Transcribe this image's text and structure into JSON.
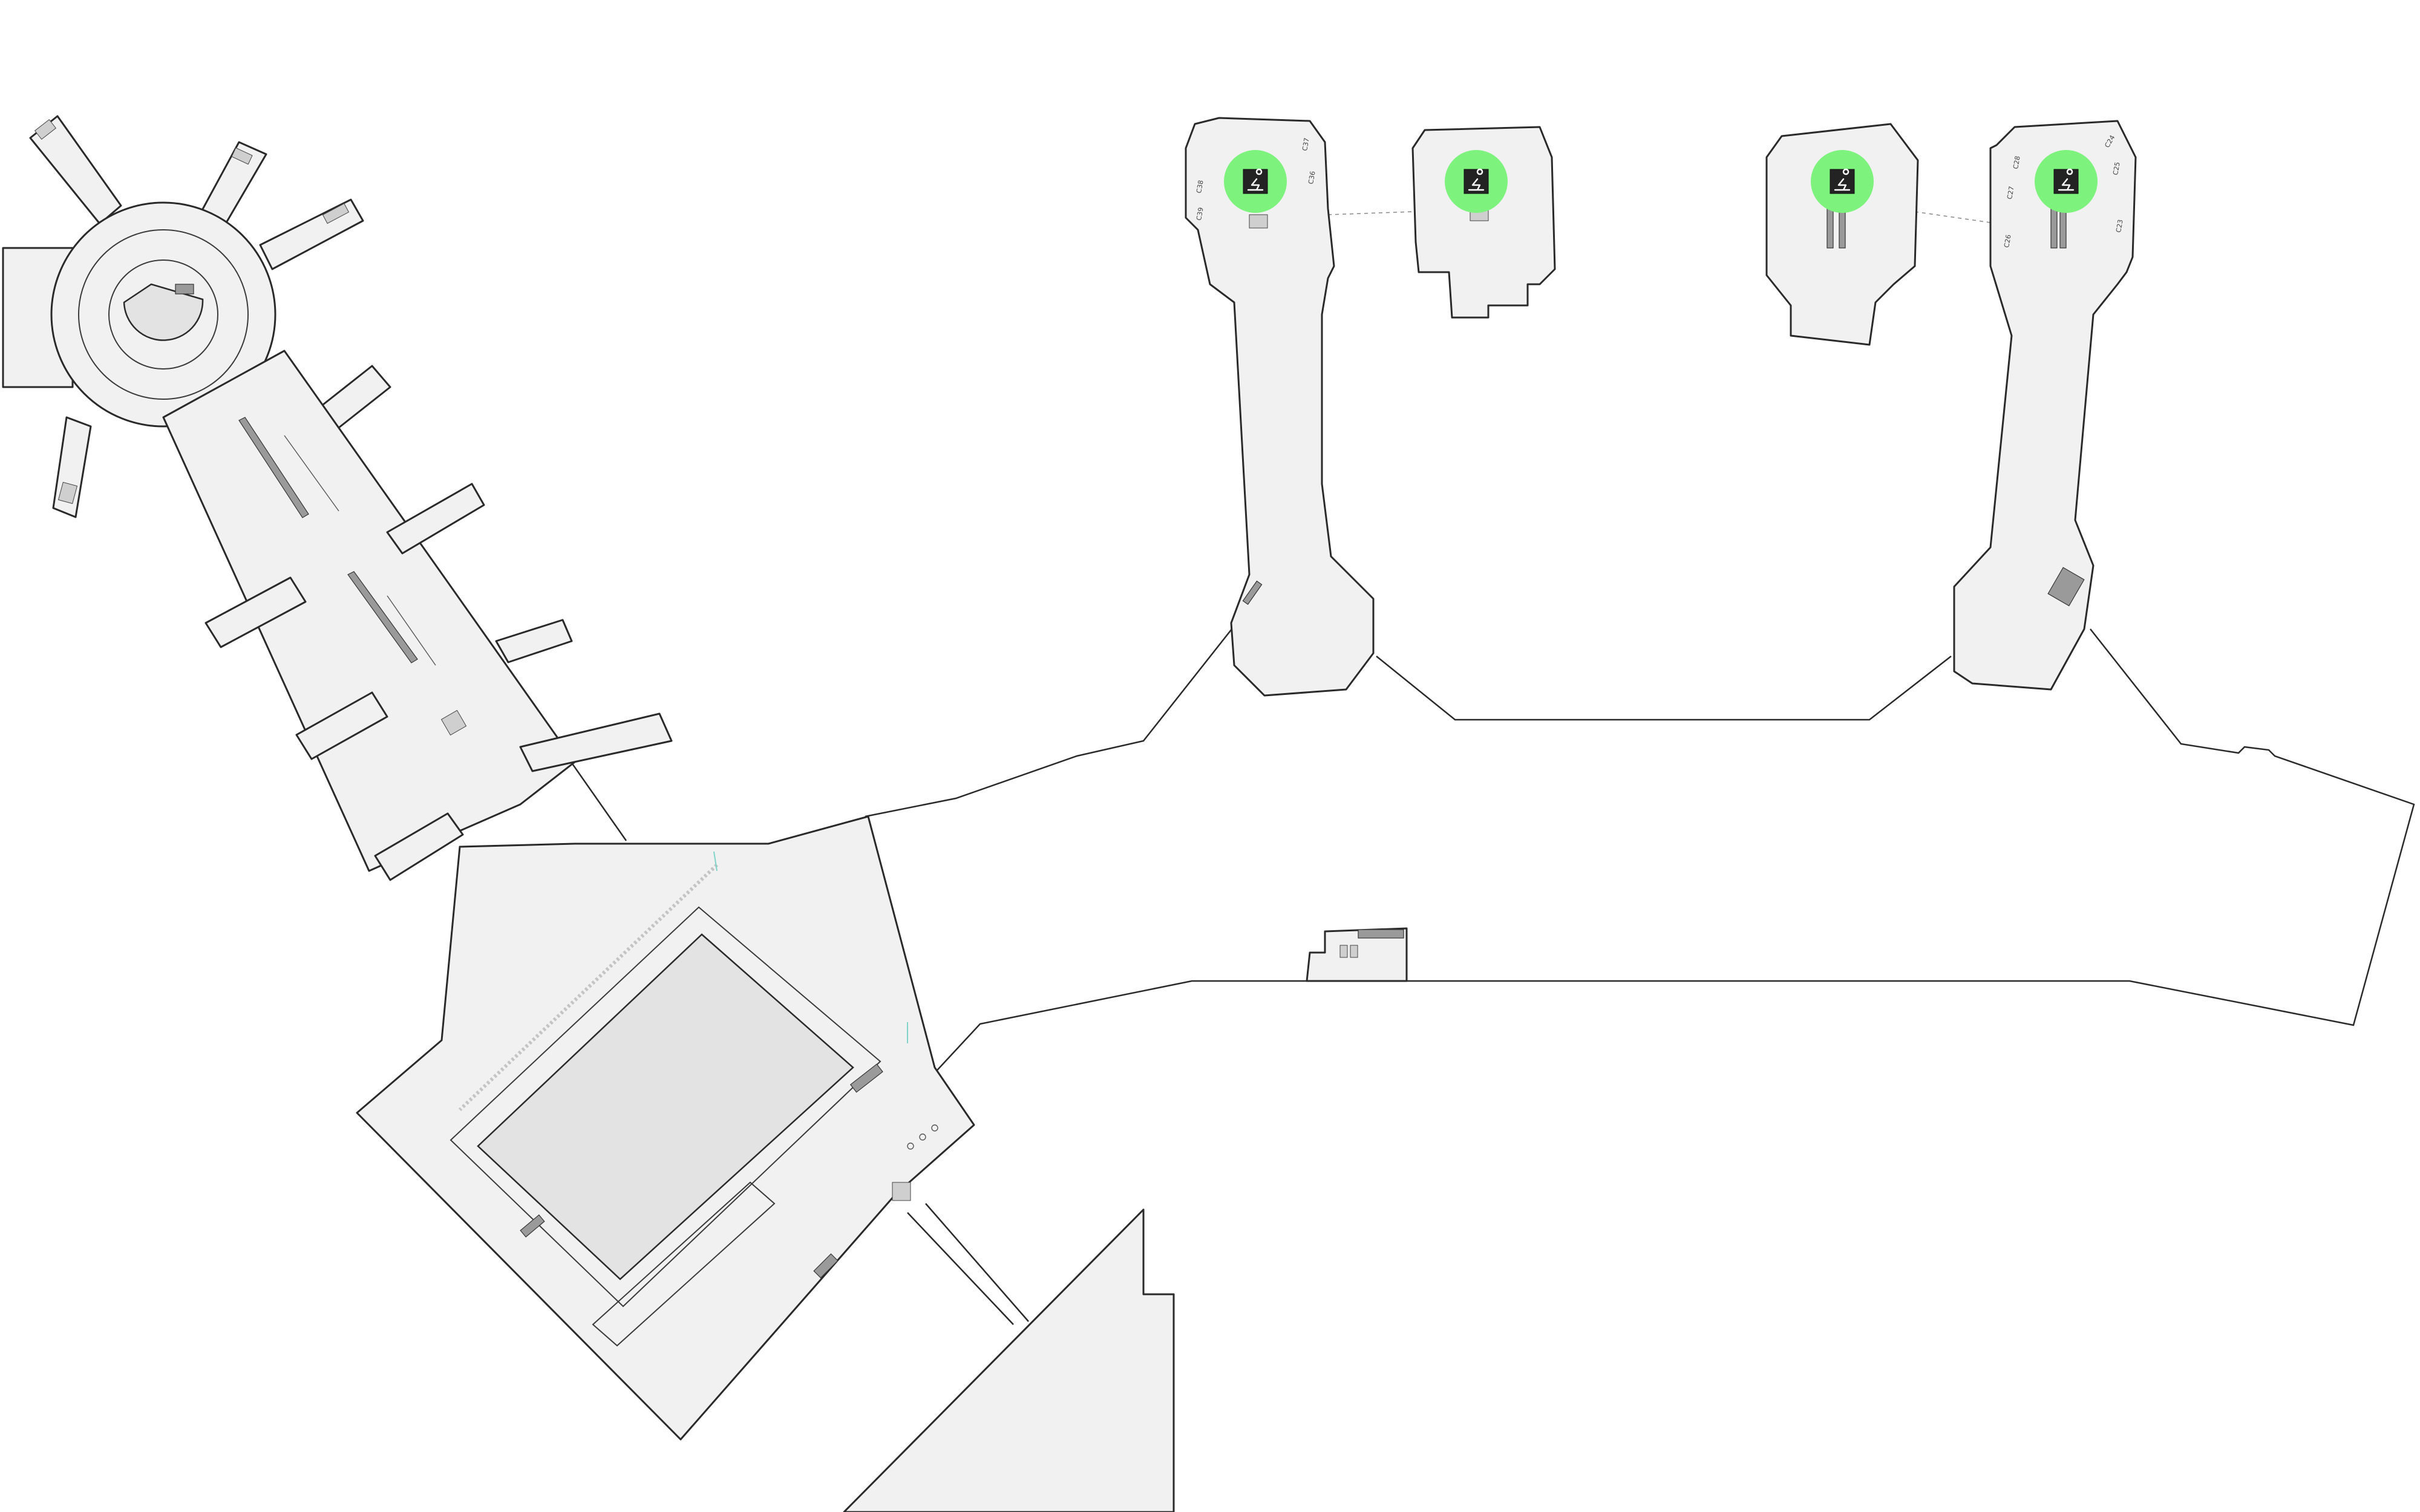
{
  "map": {
    "background": "#ffffff",
    "building_fill": "#f1f1f1",
    "outline_color": "#2a2a2a",
    "route_color": "#7fd3c8",
    "highlight_color": "#7df27d",
    "gate_labels": [
      "C38",
      "C39",
      "C37",
      "C36",
      "C28",
      "C27",
      "C26",
      "C25",
      "C23",
      "C24"
    ]
  },
  "markers": [
    {
      "name": "restroom-marker-1",
      "icon": "person-seated-icon",
      "color": "#7df27d"
    },
    {
      "name": "restroom-marker-2",
      "icon": "person-seated-icon",
      "color": "#7df27d"
    },
    {
      "name": "restroom-marker-3",
      "icon": "person-seated-icon",
      "color": "#7df27d"
    },
    {
      "name": "restroom-marker-4",
      "icon": "person-seated-icon",
      "color": "#7df27d"
    }
  ]
}
